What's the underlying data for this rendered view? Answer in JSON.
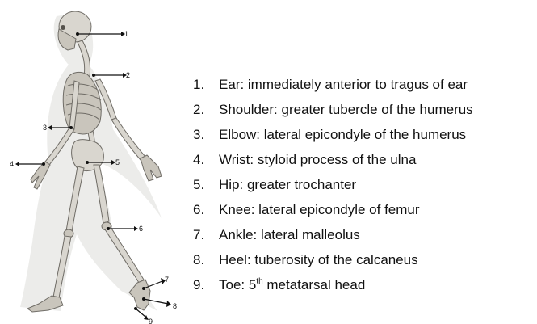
{
  "landmarks": [
    {
      "number": "1.",
      "text": "Ear: immediately anterior to tragus of ear"
    },
    {
      "number": "2.",
      "text": "Shoulder: greater tubercle of the humerus"
    },
    {
      "number": "3.",
      "text": "Elbow: lateral epicondyle of the humerus"
    },
    {
      "number": "4.",
      "text": "Wrist: styloid process of the ulna"
    },
    {
      "number": "5.",
      "text": "Hip: greater trochanter"
    },
    {
      "number": "6.",
      "text": "Knee: lateral epicondyle of femur"
    },
    {
      "number": "7.",
      "text": "Ankle: lateral malleolus"
    },
    {
      "number": "8.",
      "text": "Heel: tuberosity of the calcaneus"
    },
    {
      "number": "9.",
      "text_before": "Toe: 5",
      "superscript": "th",
      "text_after": " metatarsal head"
    }
  ],
  "figure_labels": [
    "1",
    "2",
    "3",
    "4",
    "5",
    "6",
    "7",
    "8",
    "9"
  ]
}
